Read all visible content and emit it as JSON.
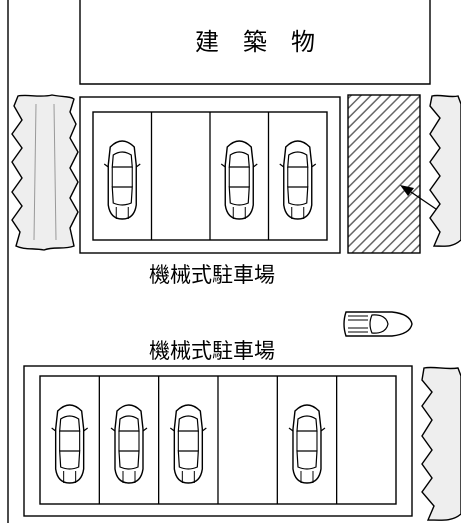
{
  "building": {
    "label": "建　築　物"
  },
  "parking": {
    "upper_label": "機械式駐車場",
    "lower_label": "機械式駐車場"
  },
  "colors": {
    "line": "#000000",
    "hatch": "#555555",
    "tree_fill": "#e6e6e6"
  },
  "upper_slots": [
    {
      "occupied": true
    },
    {
      "occupied": false
    },
    {
      "occupied": true
    },
    {
      "occupied": true
    }
  ],
  "lower_slots": [
    {
      "occupied": true
    },
    {
      "occupied": true
    },
    {
      "occupied": true
    },
    {
      "occupied": false
    },
    {
      "occupied": true
    },
    {
      "occupied": false
    }
  ]
}
